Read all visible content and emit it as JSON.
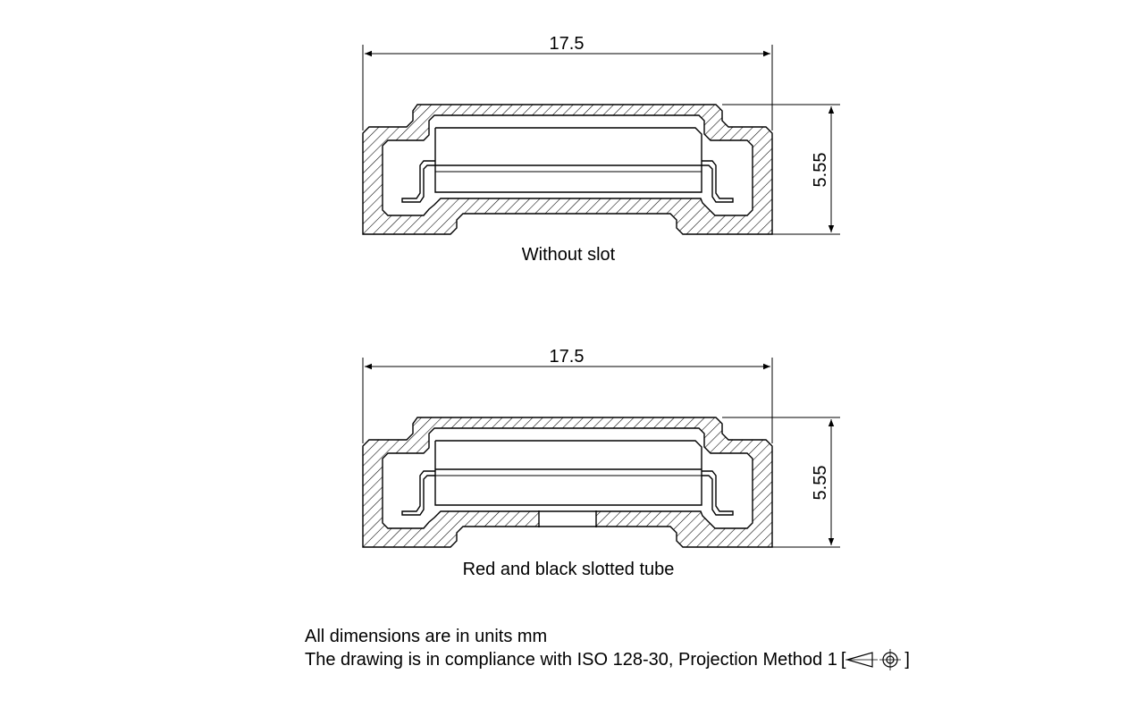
{
  "views": [
    {
      "id": "without-slot",
      "caption": "Without slot",
      "width_dim": "17.5",
      "height_dim": "5.55",
      "slotted": false
    },
    {
      "id": "slotted",
      "caption": "Red and black slotted tube",
      "width_dim": "17.5",
      "height_dim": "5.55",
      "slotted": true
    }
  ],
  "notes": {
    "units": "All dimensions are in units mm",
    "compliance": "The drawing is in compliance with ISO 128-30, Projection Method 1",
    "bracket_open": "[",
    "bracket_close": "]"
  },
  "colors": {
    "line": "#000000",
    "background": "#ffffff"
  },
  "icons": [
    "first-angle-projection-icon"
  ]
}
